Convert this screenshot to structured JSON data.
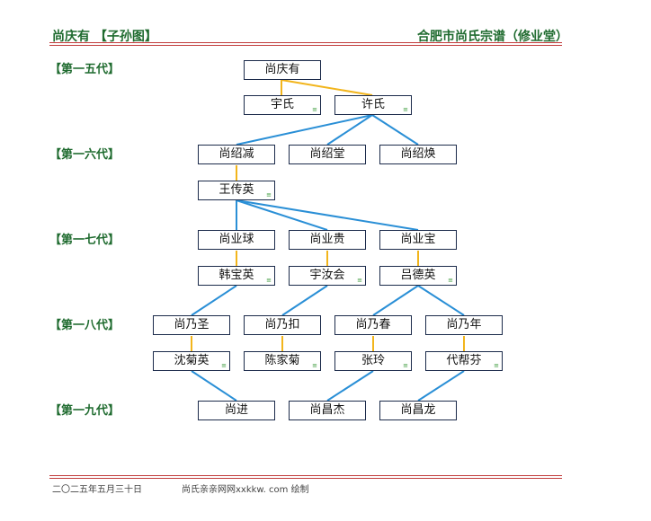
{
  "header": {
    "left_title": "尚庆有 【子孙图】",
    "right_title": "合肥市尚氏宗谱（修业堂）"
  },
  "generations": [
    "【第一五代】",
    "【第一六代】",
    "【第一七代】",
    "【第一八代】",
    "【第一九代】"
  ],
  "people": {
    "shang_qingyou": "尚庆有",
    "yu_shi": "宇氏",
    "xu_shi": "许氏",
    "shang_shaojian": "尚绍减",
    "shang_shaotang": "尚绍堂",
    "shang_shaohuan": "尚绍焕",
    "wang_chuanying": "王传英",
    "shang_yeqiu": "尚业球",
    "shang_yegui": "尚业贵",
    "shang_yebao": "尚业宝",
    "han_baoying": "韩宝英",
    "yu_ruhui": "宇汝会",
    "lv_deying": "吕德英",
    "shang_naisheng": "尚乃圣",
    "shang_naikou": "尚乃扣",
    "shang_naichun": "尚乃春",
    "shang_nainian": "尚乃年",
    "shen_juying": "沈菊英",
    "chen_jiaju": "陈家菊",
    "zhang_ling": "张玲",
    "dai_bangfen": "代帮芬",
    "shang_jin": "尚进",
    "shang_changjie": "尚昌杰",
    "shang_changlong": "尚昌龙"
  },
  "expand_glyph": "≡",
  "colors": {
    "header_green": "#1f6b2f",
    "rule_red": "#c23b3b",
    "spouse_link": "#f2b51c",
    "child_link": "#2a8fd6",
    "node_border": "#1b2a4a"
  },
  "footer": {
    "date": "二〇二五年五月三十日",
    "site": "尚氏亲亲网网xxkkw. com 绘制"
  }
}
